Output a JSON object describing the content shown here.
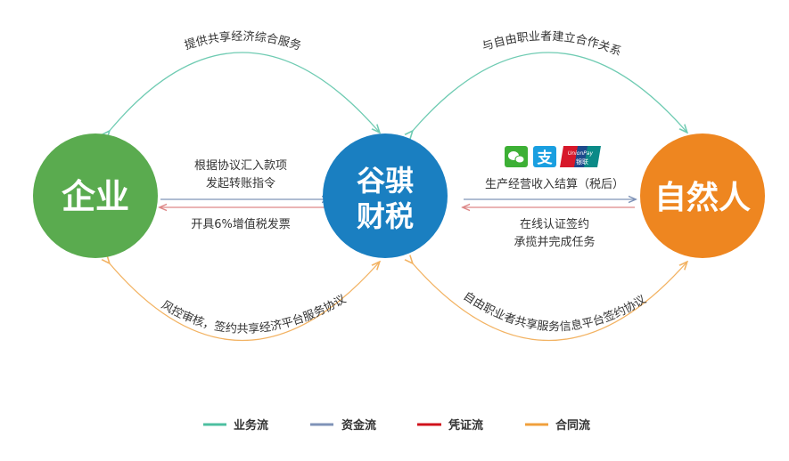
{
  "nodes": {
    "enterprise": "企业",
    "platform_line1": "谷骐",
    "platform_line2": "财税",
    "individual": "自然人"
  },
  "arcs": {
    "top_left": "提供共享经济综合服务",
    "top_right": "与自由职业者建立合作关系",
    "bottom_left": "风控审核，签约共享经济平台服务协议",
    "bottom_right": "自由职业者共享服务信息平台签约协议"
  },
  "flows_left": {
    "top_line1": "根据协议汇入款项",
    "top_line2": "发起转账指令",
    "bottom": "开具6%增值税发票"
  },
  "flows_right": {
    "top": "生产经营收入结算（税后）",
    "bottom_line1": "在线认证签约",
    "bottom_line2": "承揽并完成任务",
    "payment_icons": [
      "wechat-pay-icon",
      "alipay-icon",
      "unionpay-icon"
    ],
    "unionpay_text": "UnionPay",
    "unionpay_cn": "银联"
  },
  "legend": [
    {
      "label": "业务流",
      "color": "#4cbfa0"
    },
    {
      "label": "资金流",
      "color": "#7f93b8"
    },
    {
      "label": "凭证流",
      "color": "#d0121b"
    },
    {
      "label": "合同流",
      "color": "#f0a03c"
    }
  ],
  "colors": {
    "enterprise": "#5aab4f",
    "platform": "#1a7fc1",
    "individual": "#ee8620"
  }
}
